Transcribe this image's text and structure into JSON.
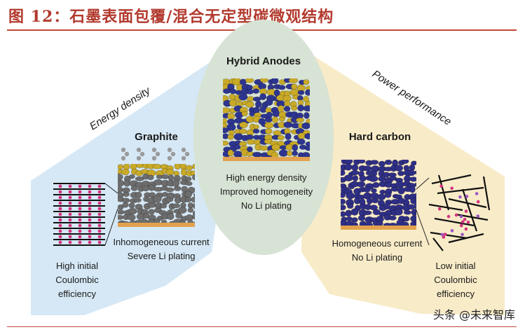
{
  "figure_title": "图 12：石墨表面包覆/混合无定型碳微观结构",
  "center": {
    "heading": "Hybrid Anodes",
    "lines": [
      "High energy density",
      "Improved homogeneity",
      "No Li plating"
    ]
  },
  "left": {
    "axis_label": "Energy density",
    "heading": "Graphite",
    "lines": [
      "Inhomogeneous current",
      "Severe Li plating"
    ],
    "structure_lines": [
      "High initial",
      "Coulombic",
      "efficiency"
    ]
  },
  "right": {
    "axis_label": "Power performance",
    "heading": "Hard carbon",
    "lines": [
      "Homogeneous current",
      "No Li plating"
    ],
    "structure_lines": [
      "Low initial",
      "Coulombic",
      "efficiency"
    ]
  },
  "watermark": "头条 @未来智库",
  "colors": {
    "title": "#b23a2e",
    "left_zone": "#d6e8f5",
    "right_zone": "#f8ebc8",
    "center_zone": "#d7e3d4",
    "graphite_particles": "#6d6d6d",
    "hard_carbon_particles": "#2f2f86",
    "sei_yellow": "#c9aa28",
    "current_collector": "#e3a24e",
    "lithium_dots": "#d4347f"
  }
}
